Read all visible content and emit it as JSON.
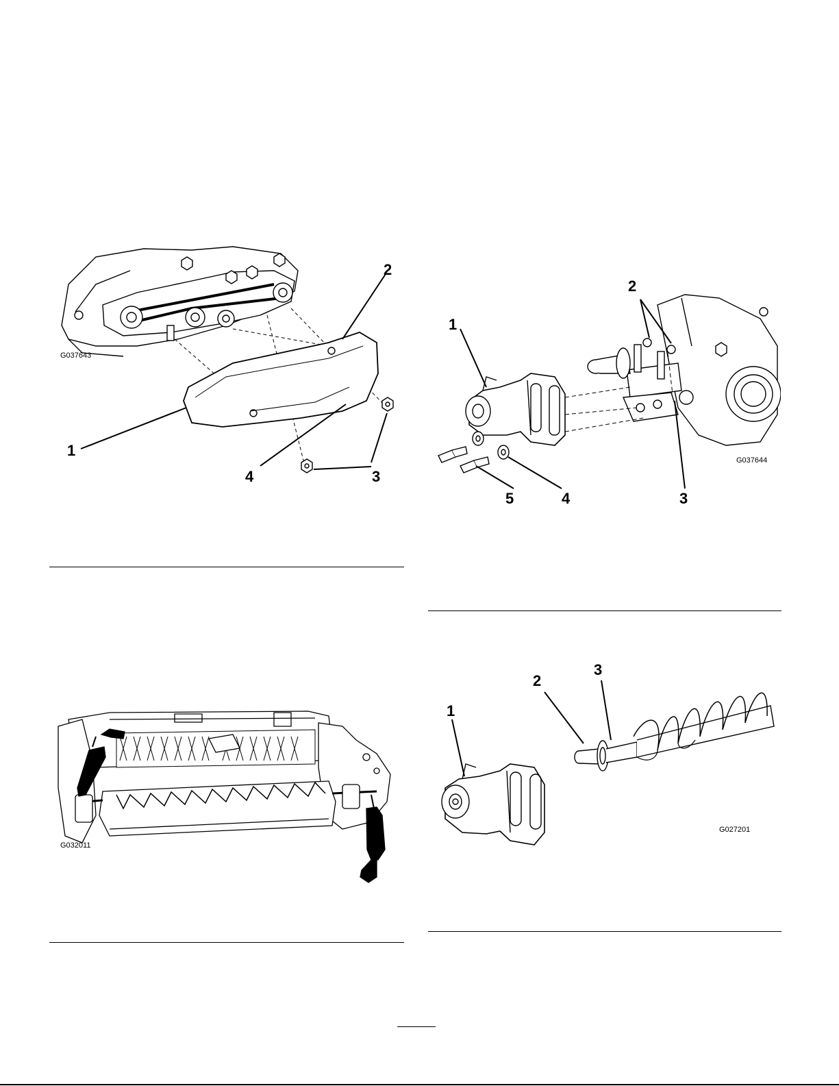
{
  "figures": [
    {
      "code": "G037643",
      "callouts": [
        "1",
        "2",
        "3",
        "4"
      ]
    },
    {
      "code": "G037644",
      "callouts": [
        "1",
        "2",
        "3",
        "4",
        "5"
      ]
    },
    {
      "code": "G032011",
      "callouts": []
    },
    {
      "code": "G027201",
      "callouts": [
        "1",
        "2",
        "3"
      ]
    }
  ]
}
